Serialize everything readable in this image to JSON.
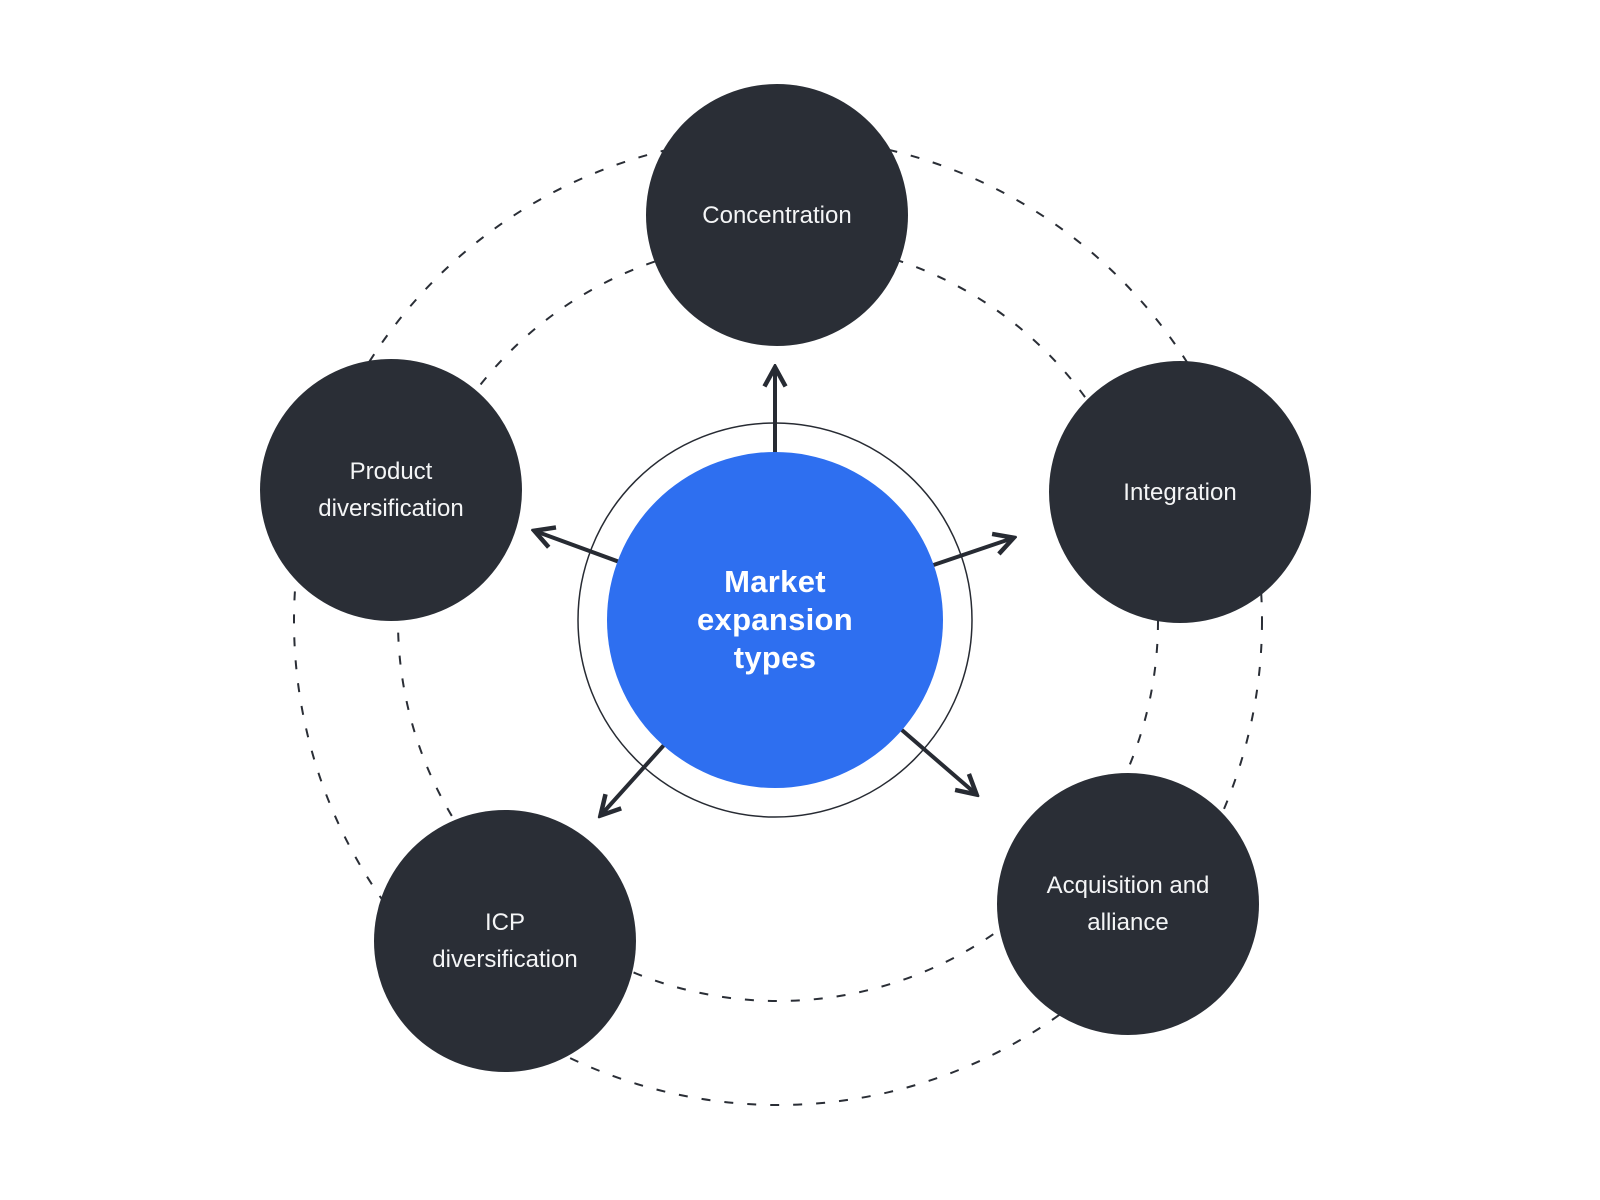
{
  "diagram": {
    "title": "Market expansion types",
    "center": {
      "label": "Market\nexpansion\ntypes"
    },
    "satellites": [
      {
        "id": "concentration",
        "label": "Concentration"
      },
      {
        "id": "integration",
        "label": "Integration"
      },
      {
        "id": "acquisition-alliance",
        "label": "Acquisition and\nalliance"
      },
      {
        "id": "icp-diversification",
        "label": "ICP\ndiversification"
      },
      {
        "id": "product-diversification",
        "label": "Product\ndiversification"
      }
    ],
    "colors": {
      "background": "#ffffff",
      "center_fill": "#2e6ff0",
      "satellite_fill": "#2a2e36",
      "label_text": "#ffffff",
      "line": "#272b33"
    }
  }
}
